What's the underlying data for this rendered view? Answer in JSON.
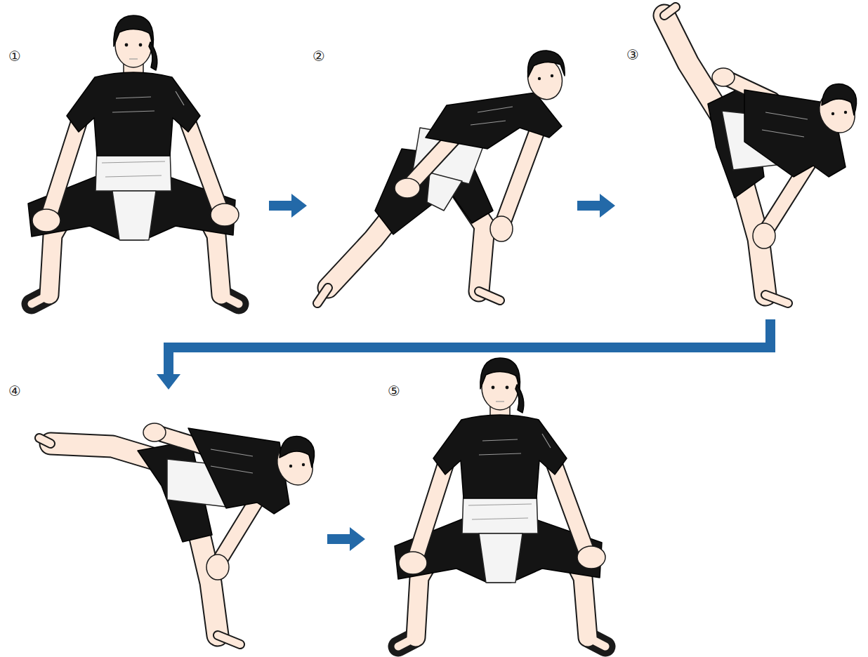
{
  "diagram": {
    "nodes": [
      {
        "text": [
          "①"
        ]
      },
      {
        "text": [
          "②"
        ]
      },
      {
        "text": [
          "③"
        ]
      },
      {
        "text": [
          "④"
        ]
      },
      {
        "text": [
          "⑤"
        ]
      }
    ],
    "edges": [
      {
        "from": 0,
        "to": 1,
        "arrow": "to"
      },
      {
        "from": 1,
        "to": 2,
        "arrow": "to"
      },
      {
        "from": 2,
        "to": 3,
        "arrow": "to"
      },
      {
        "from": 3,
        "to": 4,
        "arrow": "to"
      }
    ]
  }
}
